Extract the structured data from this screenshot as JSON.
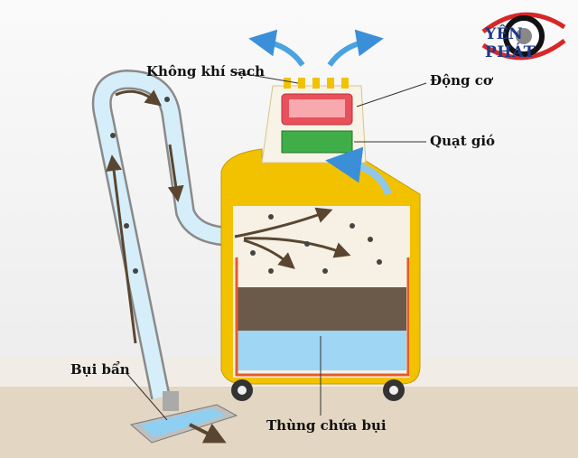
{
  "labels": {
    "clean_air": "Không khí sạch",
    "motor": "Động cơ",
    "fan": "Quạt gió",
    "dirt": "Bụi bẩn",
    "container": "Thùng chứa bụi"
  },
  "logo": {
    "text": "YÊN PHÁT"
  },
  "colors": {
    "body": "#f2c200",
    "motor": "#e8505b",
    "fan": "#3fae49",
    "water": "#8fd0f2",
    "arrow": "#4aa3e0",
    "floor": "#e3d6c2"
  }
}
